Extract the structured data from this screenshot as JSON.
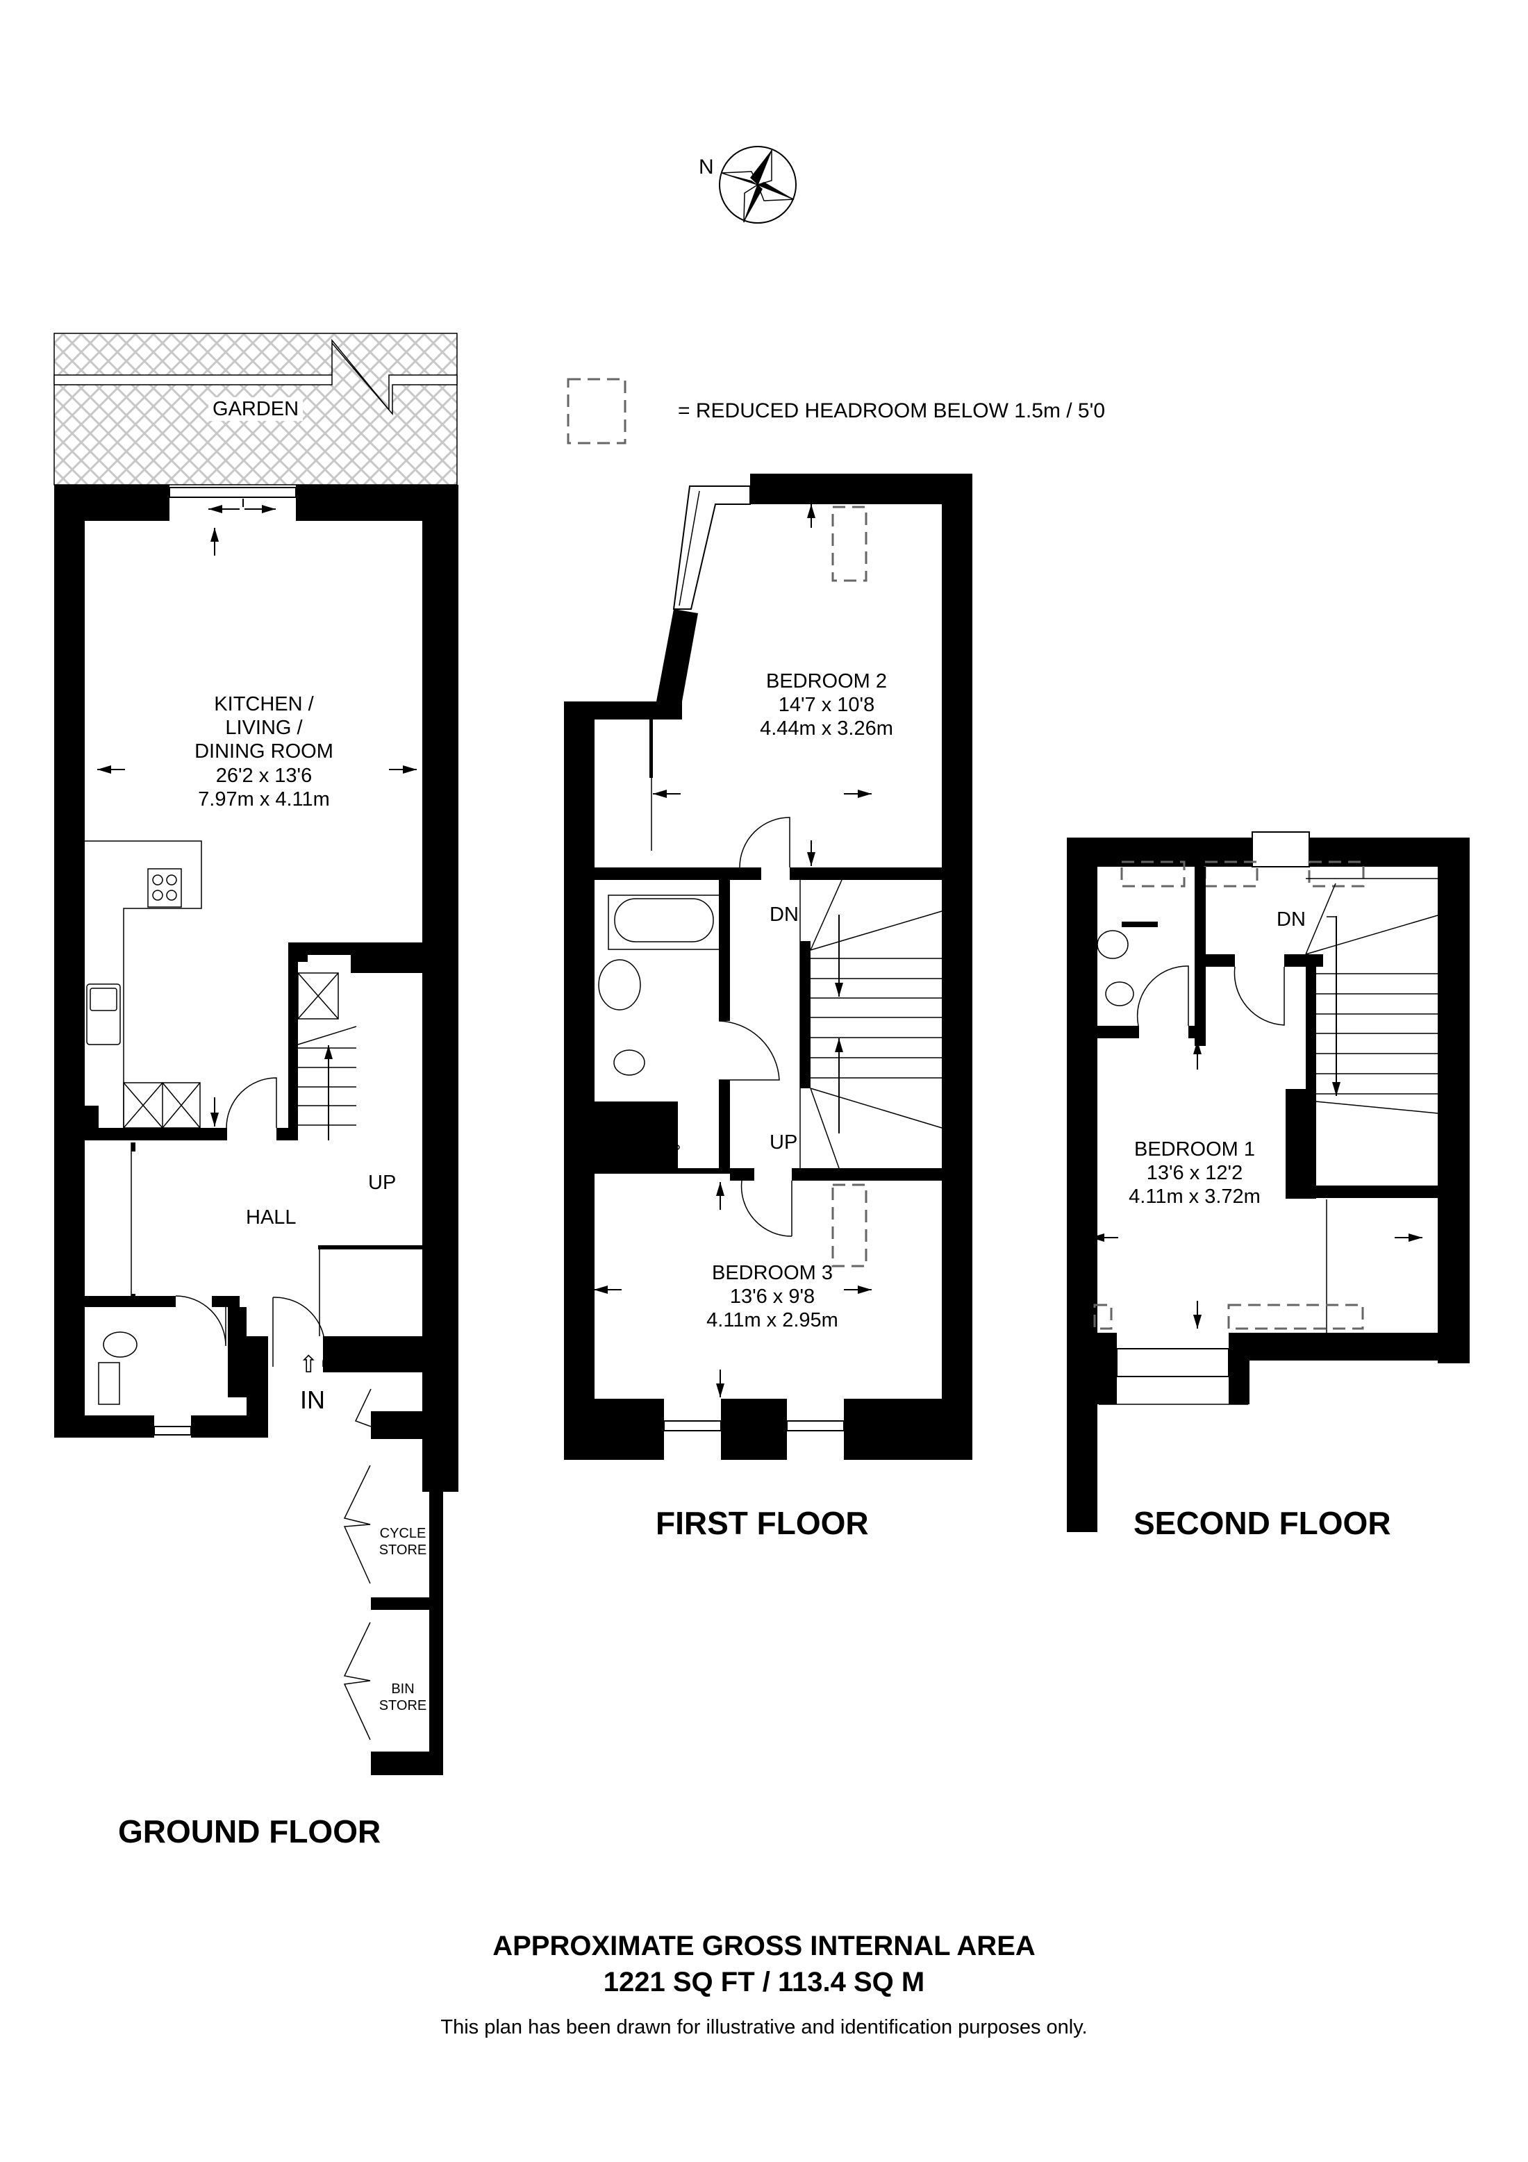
{
  "compass": {
    "north_label": "N"
  },
  "legend": {
    "symbol": "dashed-rectangle",
    "text": "= REDUCED HEADROOM BELOW 1.5m / 5'0"
  },
  "ground_floor": {
    "title": "GROUND FLOOR",
    "garden": {
      "label": "GARDEN"
    },
    "kitchen": {
      "name_lines": [
        "KITCHEN /",
        "LIVING /",
        "DINING ROOM"
      ],
      "imperial": "26'2 x 13'6",
      "metric": "7.97m x 4.11m"
    },
    "hall": {
      "label": "HALL"
    },
    "stairs_label": "UP",
    "entrance_label": "IN",
    "cycle_store": {
      "lines": [
        "CYCLE",
        "STORE"
      ]
    },
    "bin_store": {
      "lines": [
        "BIN",
        "STORE"
      ]
    }
  },
  "first_floor": {
    "title": "FIRST FLOOR",
    "bedroom2": {
      "name": "BEDROOM 2",
      "imperial": "14'7 x 10'8",
      "metric": "4.44m x 3.26m"
    },
    "bedroom3": {
      "name": "BEDROOM 3",
      "imperial": "13'6 x 9'8",
      "metric": "4.11m x 2.95m"
    },
    "stairs_down_label": "DN",
    "stairs_up_label": "UP"
  },
  "second_floor": {
    "title": "SECOND FLOOR",
    "bedroom1": {
      "name": "BEDROOM 1",
      "imperial": "13'6 x 12'2",
      "metric": "4.11m x 3.72m"
    },
    "stairs_down_label": "DN"
  },
  "summary": {
    "heading": "APPROXIMATE GROSS INTERNAL AREA",
    "area": "1221 SQ FT / 113.4 SQ M",
    "disclaimer": "This plan has been drawn for illustrative and identification purposes only."
  },
  "colors": {
    "wall": "#000000",
    "hatch": "#c8c8c8",
    "dashed": "#666666",
    "background": "#ffffff"
  }
}
